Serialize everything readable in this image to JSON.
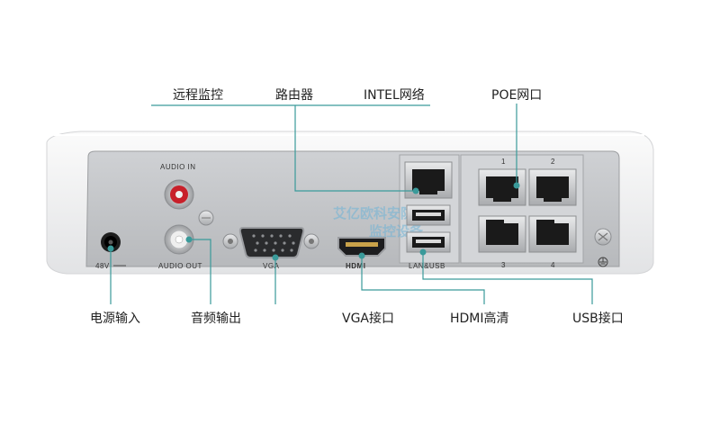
{
  "callouts": {
    "remote_monitoring": "远程监控",
    "router": "路由器",
    "intel_network": "INTEL网络",
    "poe_port": "POE网口",
    "power_input": "电源输入",
    "audio_output": "音频输出",
    "vga_port": "VGA接口",
    "hdmi_hd": "HDMI高清",
    "usb_port": "USB接口"
  },
  "panel_labels": {
    "audio_in": "AUDIO IN",
    "audio_out": "AUDIO OUT",
    "vga": "VGA",
    "hdmi": "HDMI",
    "lan_usb": "LAN&USB",
    "dc": "48V",
    "poe_1": "1",
    "poe_2": "2",
    "poe_3": "3",
    "poe_4": "4"
  },
  "watermark": {
    "line1": "艾亿欧科安防·专业",
    "line2": "监控设备"
  },
  "colors": {
    "leader_line": "#3a9a9a",
    "panel": "#c4c6c9",
    "shell": "#f3f3f4",
    "audio_red": "#c8202a"
  }
}
